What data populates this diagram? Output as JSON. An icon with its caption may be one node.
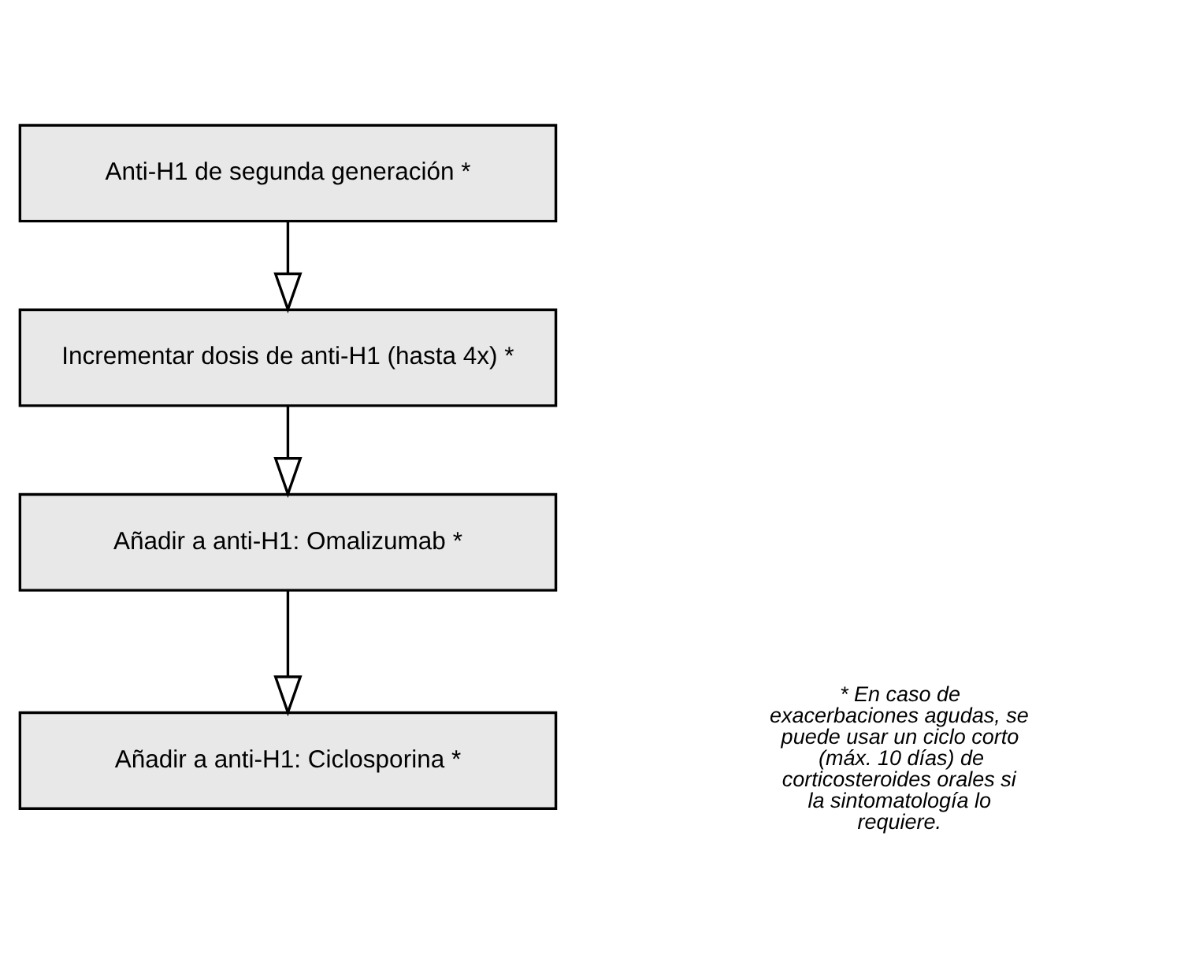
{
  "diagram": {
    "nodes": [
      {
        "text": [
          "Anti-H1 de segunda generación *"
        ]
      },
      {
        "text": [
          "Incrementar dosis de anti-H1 (hasta 4x) *"
        ]
      },
      {
        "text": [
          "Añadir a anti-H1: Omalizumab *"
        ]
      },
      {
        "text": [
          "Añadir a anti-H1: Ciclosporina *"
        ]
      }
    ],
    "edges": [
      {
        "from": 0,
        "to": 1,
        "arrow": "to"
      },
      {
        "from": 1,
        "to": 2,
        "arrow": "to"
      },
      {
        "from": 2,
        "to": 3,
        "arrow": "to"
      }
    ],
    "labels": [
      "* En caso de exacerbaciones agudas, se puede usar un ciclo corto (máx. 10 días) de corticosteroides orales si la sintomatología lo requiere."
    ]
  }
}
